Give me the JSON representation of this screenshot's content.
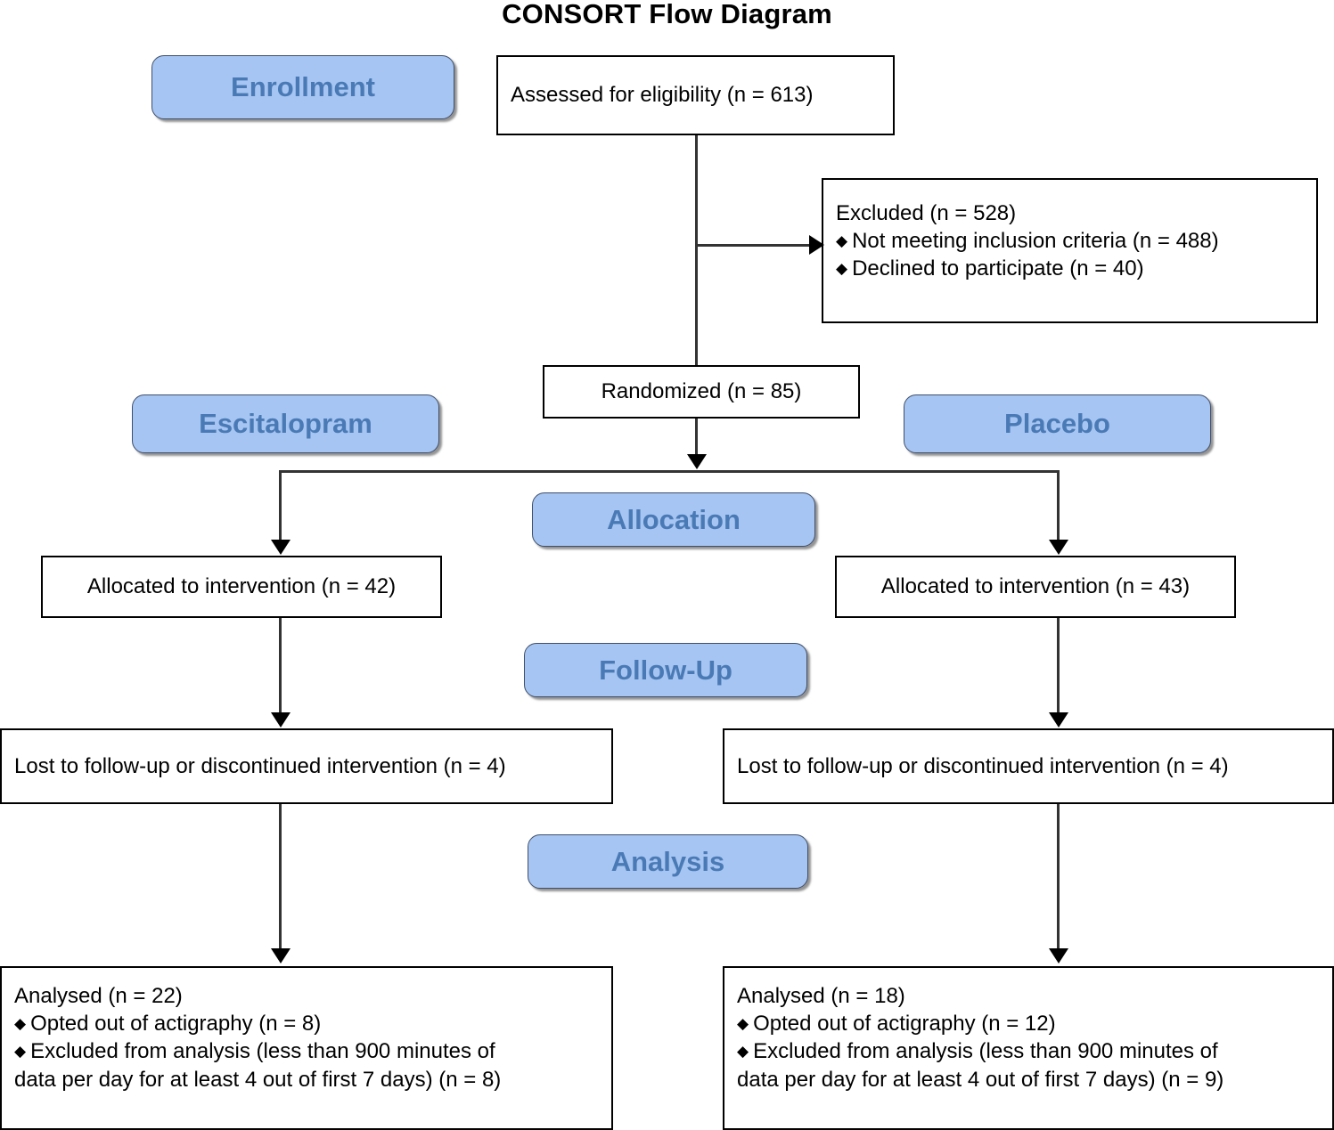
{
  "title": "CONSORT Flow Diagram",
  "stages": [
    {
      "key": "enrollment",
      "label": "Enrollment"
    },
    {
      "key": "escitalopram",
      "label": "Escitalopram"
    },
    {
      "key": "placebo",
      "label": "Placebo"
    },
    {
      "key": "allocation",
      "label": "Allocation"
    },
    {
      "key": "followup",
      "label": "Follow-Up"
    },
    {
      "key": "analysis",
      "label": "Analysis"
    }
  ],
  "nodes": {
    "assessed": {
      "text": "Assessed for eligibility (n = 613)"
    },
    "excluded": {
      "heading": "Excluded (n = 528)",
      "bullets": [
        "Not meeting inclusion criteria (n = 488)",
        "Declined to participate (n = 40)"
      ]
    },
    "randomized": {
      "text": "Randomized (n = 85)"
    },
    "allocated_left": {
      "text": "Allocated to intervention (n = 42)"
    },
    "allocated_right": {
      "text": "Allocated to intervention (n = 43)"
    },
    "lost_left": {
      "text": "Lost to follow-up or discontinued intervention (n = 4)"
    },
    "lost_right": {
      "text": "Lost to follow-up or discontinued intervention (n = 4)"
    },
    "analysed_left": {
      "heading": "Analysed (n = 22)",
      "bullet1": "Opted out of actigraphy (n = 8)",
      "bullet2_line1": "Excluded from analysis (less than 900 minutes of",
      "bullet2_line2": "data per day for at least 4 out of first 7 days) (n = 8)"
    },
    "analysed_right": {
      "heading": "Analysed (n = 18)",
      "bullet1": "Opted out of actigraphy (n = 12)",
      "bullet2_line1": "Excluded from analysis (less than 900 minutes of",
      "bullet2_line2": "data per day for at least 4 out of first 7 days) (n = 9)"
    }
  },
  "bullet_glyph": "♦",
  "colors": {
    "stage_fill": "#A6C5F2",
    "stage_text": "#4A7AB5",
    "stage_border": "#41506B",
    "node_border": "#000000",
    "connector": "#333333",
    "background": "#FFFFFF"
  }
}
